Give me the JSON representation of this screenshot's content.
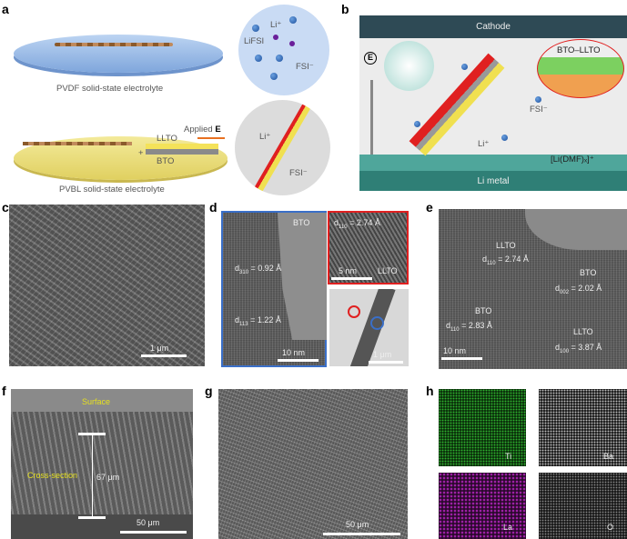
{
  "panels": {
    "a": {
      "label": "a",
      "pvdf_caption": "PVDF solid-state electrolyte",
      "pvbl_caption": "PVBL solid-state electrolyte",
      "lifsi": "LiFSI",
      "li_plus": "Li⁺",
      "fsi_minus": "FSI⁻",
      "li_plus_2": "Li⁺",
      "fsi_minus_2": "FSI⁻",
      "applied": "Applied",
      "applied_e": "E",
      "llto": "LLTO",
      "bto": "BTO",
      "plus": "+"
    },
    "b": {
      "label": "b",
      "cathode": "Cathode",
      "li_metal": "Li metal",
      "e_field": "E",
      "bto_llto": "BTO–LLTO",
      "fsi_minus": "FSI⁻",
      "li_plus": "Li⁺",
      "li_dmf": "[Li(DMF)ₓ]⁺"
    },
    "c": {
      "label": "c",
      "scale": "1 μm"
    },
    "d": {
      "label": "d",
      "bto": "BTO",
      "d1": "d",
      "d1_sub": "310",
      "d1_val": " = 0.92 Å",
      "d2": "d",
      "d2_sub": "113",
      "d2_val": " = 1.22 Å",
      "scale_main": "10 nm",
      "inset_d": "d",
      "inset_sub": "110",
      "inset_val": " = 2.74 Å",
      "inset_scale": "5 nm",
      "inset_llto": "LLTO",
      "tem_scale": "1 μm"
    },
    "e": {
      "label": "e",
      "llto1": "LLTO",
      "llto1_d": "d",
      "llto1_sub": "110",
      "llto1_val": " = 2.74 Å",
      "bto1": "BTO",
      "bto1_d": "d",
      "bto1_sub": "002",
      "bto1_val": " = 2.02 Å",
      "bto2": "BTO",
      "bto2_d": "d",
      "bto2_sub": "110",
      "bto2_val": " = 2.83 Å",
      "llto2": "LLTO",
      "llto2_d": "d",
      "llto2_sub": "100",
      "llto2_val": " = 3.87 Å",
      "scale": "10 nm"
    },
    "f": {
      "label": "f",
      "surface": "Surface",
      "cross_section": "Cross-section",
      "thickness": "67 μm",
      "scale": "50 μm"
    },
    "g": {
      "label": "g",
      "scale": "50 μm"
    },
    "h": {
      "label": "h",
      "ti": "Ti",
      "ba": "Ba",
      "la": "La",
      "o": "O"
    }
  },
  "colors": {
    "cathode": "#2e4a55",
    "li_metal": "#3a8a80",
    "ti": "#2fb32f",
    "la": "#a020a8",
    "highlight_red": "#e02020",
    "highlight_blue": "#3a6fc8",
    "label_yellow": "#e6e020"
  }
}
